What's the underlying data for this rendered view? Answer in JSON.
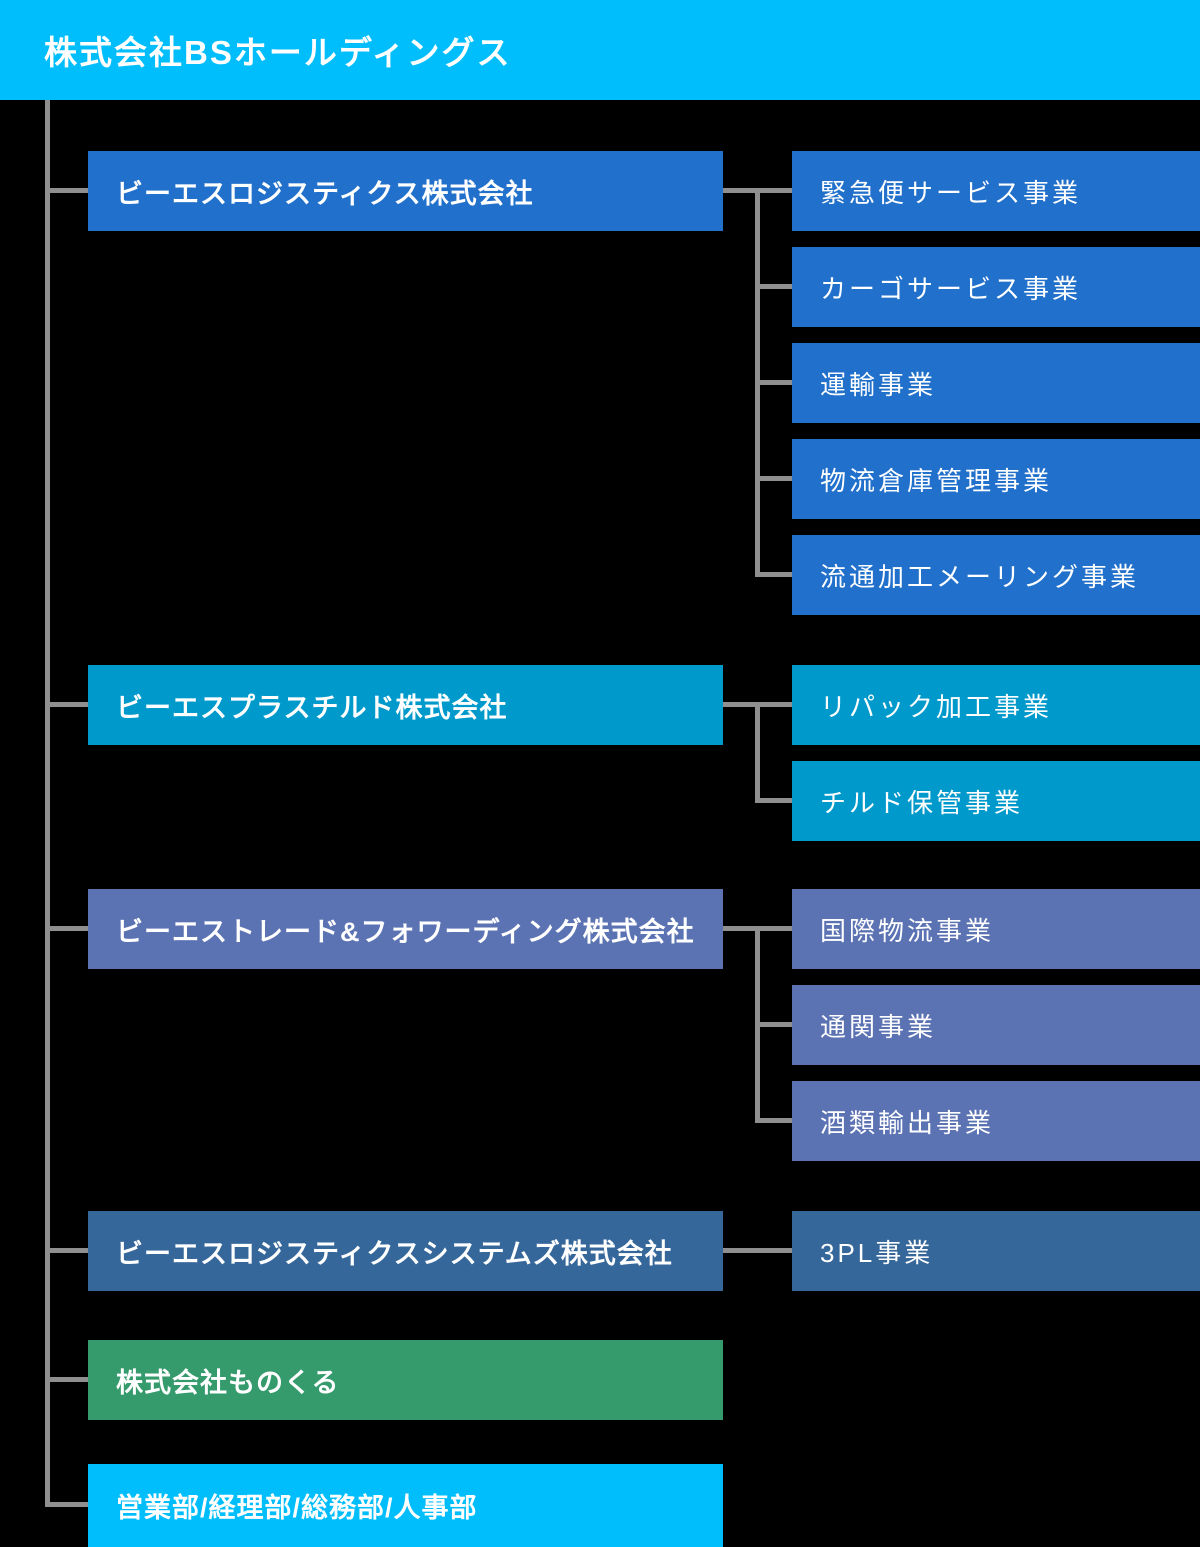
{
  "root": {
    "label": "株式会社BSホールディングス",
    "color": "#00bdfb"
  },
  "line_color": "#8f8f8f",
  "groups": [
    {
      "company": "ビーエスロジスティクス株式会社",
      "color": "#2170cb",
      "businesses": [
        "緊急便サービス事業",
        "カーゴサービス事業",
        "運輸事業",
        "物流倉庫管理事業",
        "流通加工メーリング事業"
      ]
    },
    {
      "company": "ビーエスプラスチルド株式会社",
      "color": "#0099cb",
      "businesses": [
        "リパック加工事業",
        "チルド保管事業"
      ]
    },
    {
      "company": "ビーエストレード&フォワーディング株式会社",
      "color": "#5c73b3",
      "businesses": [
        "国際物流事業",
        "通関事業",
        "酒類輸出事業"
      ]
    },
    {
      "company": "ビーエスロジスティクスシステムズ株式会社",
      "color": "#36679a",
      "businesses": [
        "3PL事業"
      ]
    },
    {
      "company": "株式会社ものくる",
      "color": "#359b6c",
      "businesses": []
    },
    {
      "company": "営業部/経理部/総務部/人事部",
      "color": "#00bdfb",
      "businesses": []
    }
  ]
}
